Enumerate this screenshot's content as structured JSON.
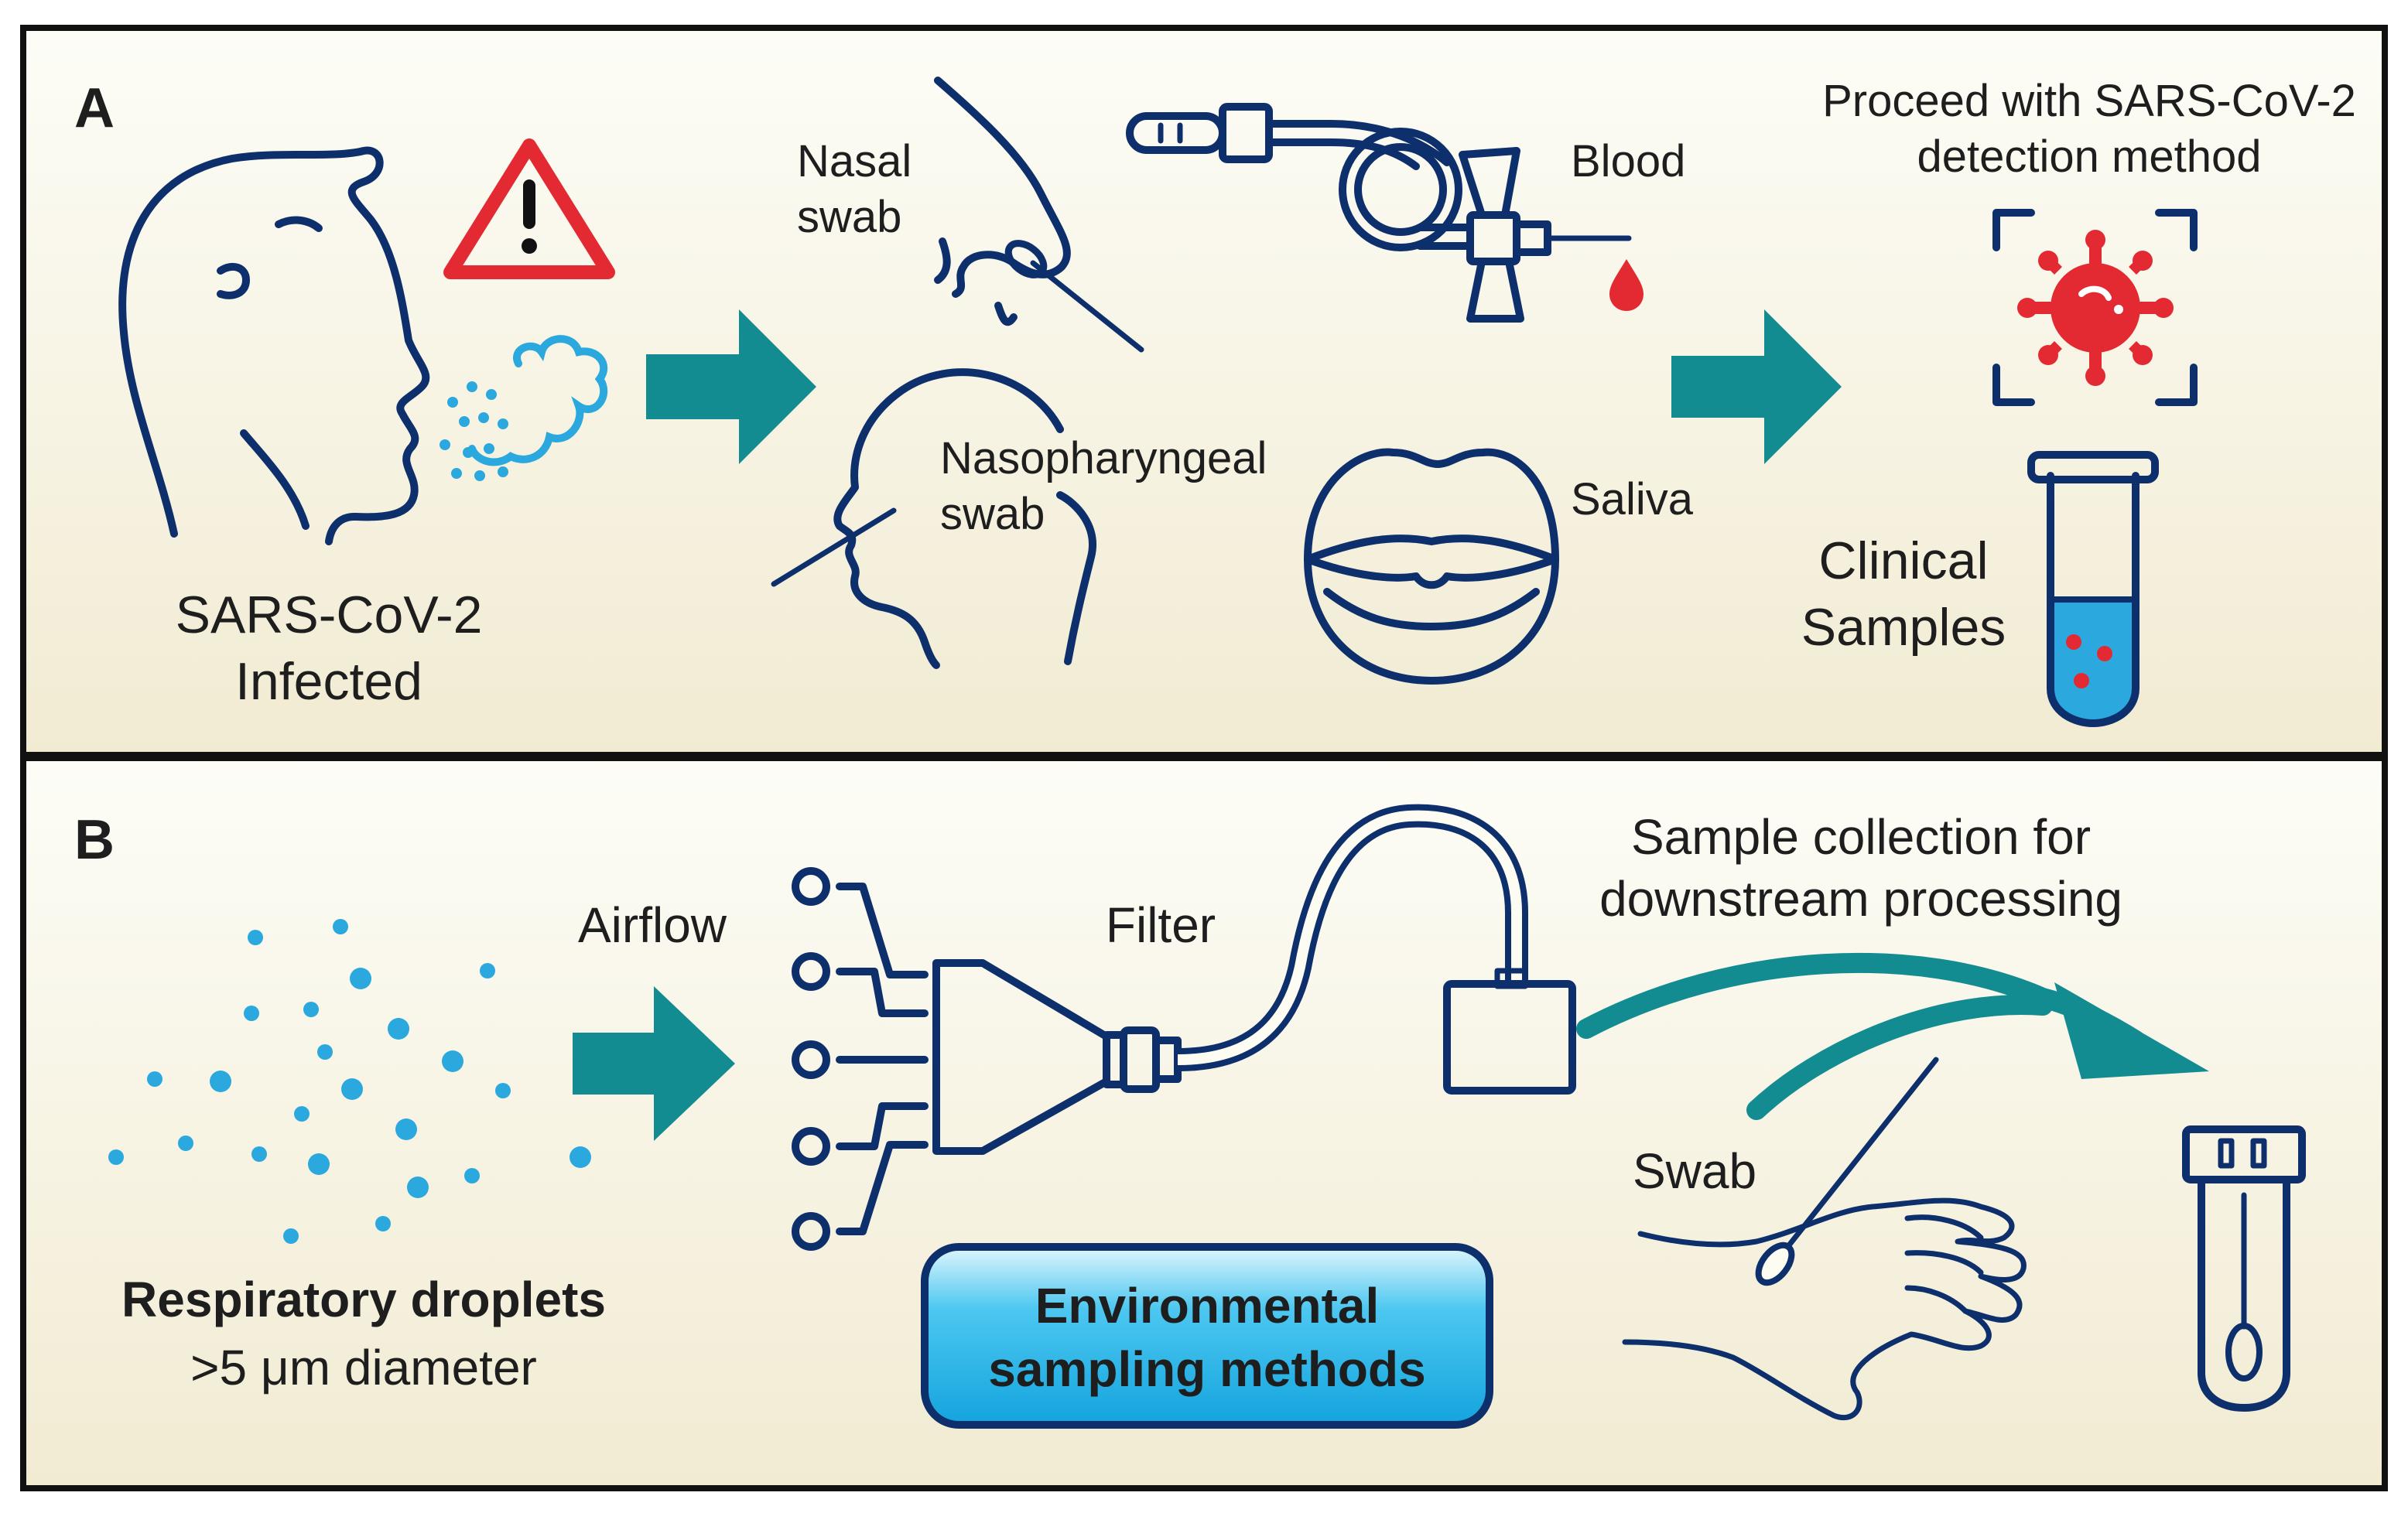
{
  "panel_a": {
    "letter": "A",
    "infected_line1": "SARS-CoV-2",
    "infected_line2": "Infected",
    "nasal_line1": "Nasal",
    "nasal_line2": "swab",
    "blood": "Blood",
    "naso_line1": "Nasopharyngeal",
    "naso_line2": "swab",
    "saliva": "Saliva",
    "proceed_line1": "Proceed with SARS-CoV-2",
    "proceed_line2": "detection method",
    "clinical_line1": "Clinical",
    "clinical_line2": "Samples"
  },
  "panel_b": {
    "letter": "B",
    "airflow": "Airflow",
    "filter": "Filter",
    "collection_line1": "Sample collection for",
    "collection_line2": "downstream processing",
    "droplets_line1": "Respiratory droplets",
    "droplets_line2": ">5 μm diameter",
    "swab": "Swab",
    "env_line1": "Environmental",
    "env_line2": "sampling methods"
  },
  "colors": {
    "panel_gradient_top": "#fdfdf7",
    "panel_gradient_bottom": "#f1ebd2",
    "icon_navy": "#0d2f6b",
    "arrow_teal": "#138c91",
    "droplet_blue": "#2ba8dd",
    "alert_red": "#e32a33",
    "badge_cyan": "#25b7ea"
  }
}
